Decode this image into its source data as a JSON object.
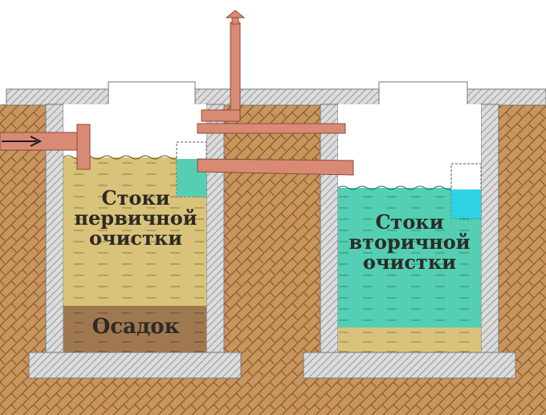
{
  "diagram": {
    "tank_left": {
      "label_lines": [
        "Стоки",
        "первичной",
        "очистки"
      ],
      "sediment_label": "Осадок"
    },
    "tank_right": {
      "label_lines": [
        "Стоки",
        "вторичной",
        "очистки"
      ]
    }
  },
  "colors": {
    "soil": "#c8955d",
    "soil_hatch": "#8a5a2f",
    "concrete": "#dcdcdc",
    "primary_effluent": "#d9c27a",
    "sediment": "#a07850",
    "secondary_effluent": "#55cfb3",
    "pipe": "#d98a74",
    "pipe_stroke": "#8a4a3a"
  }
}
